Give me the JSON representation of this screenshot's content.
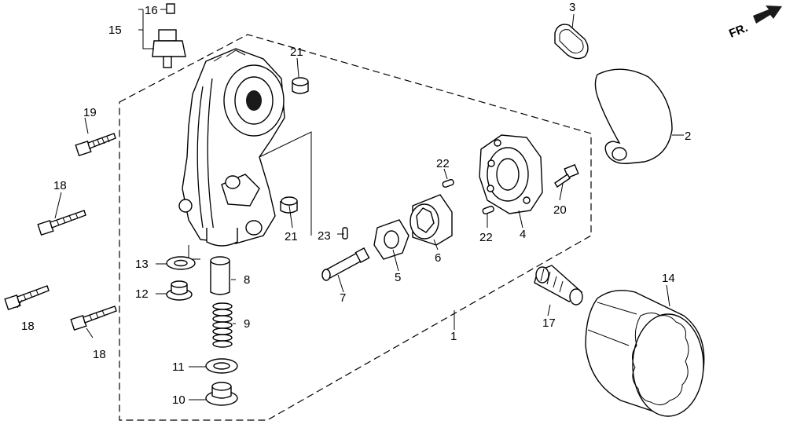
{
  "callouts": {
    "c1": "1",
    "c2": "2",
    "c3": "3",
    "c4": "4",
    "c5": "5",
    "c6": "6",
    "c7": "7",
    "c8": "8",
    "c9": "9",
    "c10": "10",
    "c11": "11",
    "c12": "12",
    "c13": "13",
    "c14": "14",
    "c15": "15",
    "c16": "16",
    "c17": "17",
    "c18a": "18",
    "c18b": "18",
    "c18c": "18",
    "c19": "19",
    "c20": "20",
    "c21a": "21",
    "c21b": "21",
    "c22a": "22",
    "c22b": "22",
    "c23": "23"
  },
  "direction_marker": {
    "text": "FR."
  }
}
